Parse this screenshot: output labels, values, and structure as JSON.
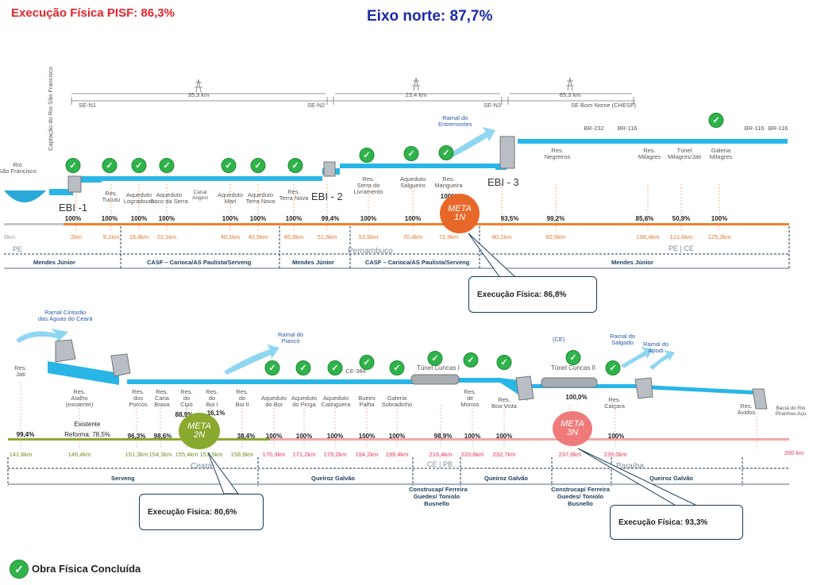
{
  "header": {
    "pisf": "Execução Física PISF: 86,3%",
    "eixo": "Eixo norte: 87,7%"
  },
  "top": {
    "substations": [
      {
        "label": "SE-N1"
      },
      {
        "label": "SE-N2"
      },
      {
        "label": "SE-N3"
      },
      {
        "label": "SE Bom Nome (CHESF)"
      }
    ],
    "spans": [
      "35,3 km",
      "23,4 km",
      "65,3 km"
    ],
    "structures": {
      "rio": "Rio\nSão Francisco",
      "captacao": "Captação do Rio São Francisco",
      "tucutu": "Res.\nTucutu",
      "logradouro": "Aqueduto\nLogradouro",
      "saco": "Aqueduto\nSaco da Serra",
      "angico": "Canal\nAngico",
      "mari": "Aqueduto\nMari",
      "terranova_aq": "Aqueduto\nTerra Nova",
      "terranova_res": "Res.\nTerra Nova",
      "livramento": "Res.\nSerra do\nLivramento",
      "salgueiro": "Aqueduto\nSalgueiro",
      "mangueira": "Res.\nMangueira",
      "negreiros": "Res.\nNegreiros",
      "br232": "BR-232",
      "br116a": "BR-116",
      "milagres": "Res.\nMilagres",
      "tunel_milagres": "Túnel\nMilagres/Jati",
      "galeria_milagres": "Galeria\nMilagres",
      "br116b": "BR-116",
      "br116c": "BR-116"
    },
    "ebi1": "EBI -1",
    "ebi2": "EBI - 2",
    "ebi3": "EBI - 3",
    "ramal_entremontes": "Ramal do\nEntremontes",
    "mangueira_pct": "100%",
    "meta1": {
      "line1": "META",
      "line2": "1N"
    },
    "percents": [
      "100%",
      "100%",
      "100%",
      "100%",
      "100%",
      "100%",
      "100%",
      "99,4%",
      "100%",
      "100%",
      "93,5%",
      "99,2%",
      "85,6%",
      "50,9%",
      "100%"
    ],
    "kms": [
      "0km",
      "2km",
      "9,1km",
      "16,8km",
      "22,1km",
      "40,1km",
      "42,5km",
      "45,9km",
      "51,6km",
      "53,5km",
      "70,4km",
      "72,9km",
      "80,1km",
      "82,6km",
      "106,4km",
      "121,6km",
      "125,2km"
    ],
    "states": {
      "pe": "PE",
      "pernambuco": "Pernambuco",
      "pe_ce": "PE | CE"
    },
    "segments": [
      "Mendes Júnior",
      "CASF – Carioca/AS Paulista/Serveng",
      "Mendes Júnior",
      "CASF – Carioca/AS Paulista/Serveng",
      "Mendes Júnior"
    ],
    "callout": "Execução Física: 86,8%"
  },
  "bottom": {
    "ramal_cinturao": "Ramal Cinturão\ndas Águas do Ceará",
    "ramal_pianco": "Ramal do\nPiancó",
    "ramal_salgado": "Ramal do\nSalgado",
    "ramal_apodi": "Ramal do\nApodi",
    "ce_tag": "(CE)",
    "structures": {
      "jati": "Res.\nJati",
      "atalho": "Res.\nAtalho\n(existente)",
      "porcos": "Res.\ndos\nPorcos",
      "cana": "Res.\nCana\nBrava",
      "cipo": "Res.\ndo\nCipó",
      "boi1": "Res.\ndo\nBoi I",
      "boi2": "Res.\ndo\nBoi II",
      "aq_boi": "Aqueduto\ndo Boi",
      "aq_pinga": "Aqueduto\ndo Pinga",
      "aq_catinguera": "Aqueduto\nCatinguera",
      "bueiro": "Bueiro\nPalha",
      "galeria_sob": "Galeria\nSobradinho",
      "ce384": "CE-384",
      "tunel_cuncas1": "Túnel Cuncas I",
      "morros": "Res.\nde\nMorros",
      "boavista": "Res.\nBoa Vista",
      "tunel_cuncas2": "Túnel Cuncas II",
      "caicara": "Res.\nCaiçara",
      "avidos": "Res.\nÁvidos",
      "bacia": "Bacia do Rio\nPiranhas-Açu"
    },
    "existente": "Existente",
    "reforma": "Reforma: 78,5%",
    "cipo_pct": "88,9%",
    "boi_pct": "16,1%",
    "pct_100_top": "100,0%",
    "meta2": {
      "line1": "META",
      "line2": "2N"
    },
    "meta3": {
      "line1": "META",
      "line2": "3N"
    },
    "percents": [
      "99,4%",
      "96,3%",
      "98,6%",
      "38,4%",
      "100%",
      "100%",
      "100%",
      "100%",
      "100%",
      "98,9%",
      "100%",
      "100%",
      "100%"
    ],
    "kms": [
      "141,6km",
      "146,4km",
      "151,3km",
      "154,3km",
      "155,4km",
      "157,5km",
      "158,9km",
      "170,3km",
      "171,2km",
      "179,2km",
      "194,2km",
      "199,4km",
      "216,4km",
      "220,6km",
      "232,7km",
      "237,8km",
      "239,0km",
      "260 km"
    ],
    "states": {
      "ceara": "Ceará",
      "ce_pb": "CE | PB",
      "paraiba": "Paraíba"
    },
    "segments": [
      "Serveng",
      "Queiroz Galvão",
      "Construcap/ Ferreira\nGuedes/ Toniolo\nBusnello",
      "Queiroz Galvão",
      "Construcap/ Ferreira\nGuedes/ Toniolo\nBusnello",
      "Queiroz Galvão"
    ],
    "callout_left": "Execução Física: 80,6%",
    "callout_right": "Execução Física: 93,3%"
  },
  "legend": "Obra Física Concluída",
  "colors": {
    "water": "#29b6e6",
    "orange": "#f07f2a",
    "green": "#8aaa2f",
    "pink": "#f3a7a7",
    "check": "#2fb34a",
    "navy": "#1b3a5a"
  }
}
